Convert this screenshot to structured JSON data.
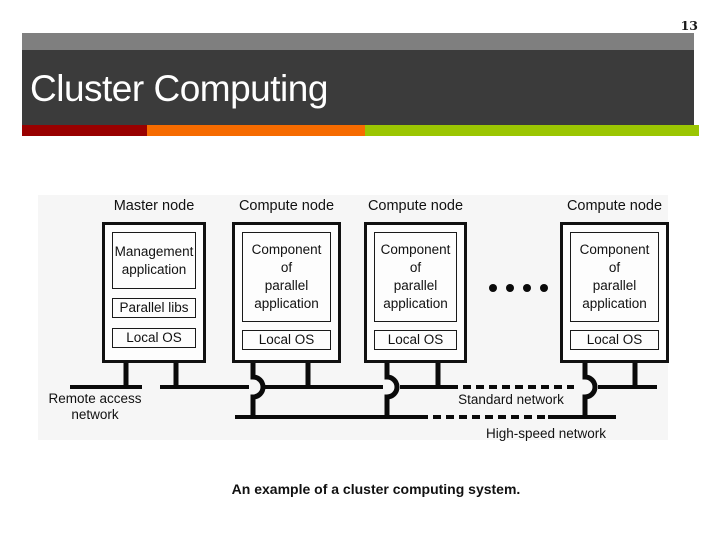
{
  "page_number": "13",
  "header": {
    "title": "Cluster Computing"
  },
  "accent_colors": {
    "red": "#990000",
    "orange": "#f66b00",
    "green": "#9bc602"
  },
  "diagram": {
    "nodes": [
      {
        "label": "Master node",
        "boxes": [
          "Management\napplication",
          "Parallel libs",
          "Local OS"
        ]
      },
      {
        "label": "Compute node",
        "boxes": [
          "Component\nof\nparallel\napplication",
          "Local OS"
        ]
      },
      {
        "label": "Compute node",
        "boxes": [
          "Component\nof\nparallel\napplication",
          "Local OS"
        ]
      },
      {
        "label": "Compute node",
        "boxes": [
          "Component\nof\nparallel\napplication",
          "Local OS"
        ]
      }
    ],
    "networks": {
      "remote": "Remote access\nnetwork",
      "standard": "Standard network",
      "high_speed": "High-speed network"
    }
  },
  "caption": "An example of a cluster computing system."
}
